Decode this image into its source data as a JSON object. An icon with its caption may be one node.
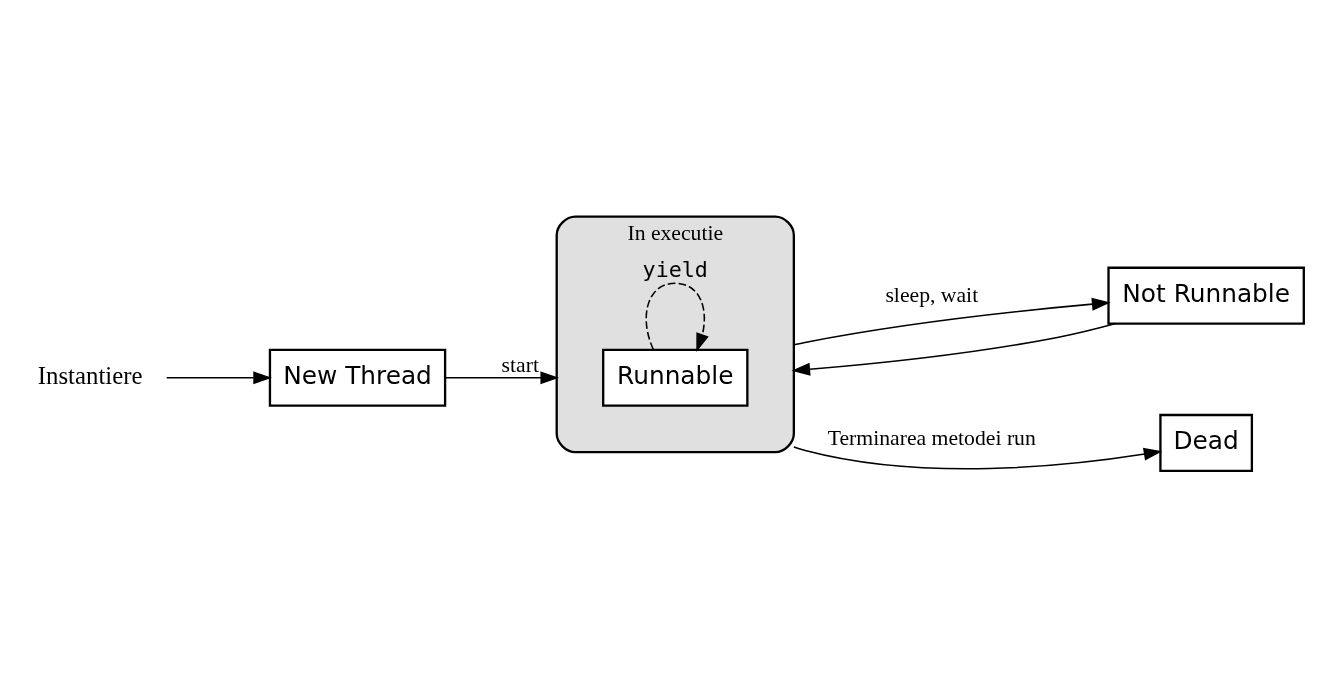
{
  "diagram": {
    "nodes": [
      {
        "text": [
          "Instantiere"
        ]
      },
      {
        "text": [
          "New Thread"
        ]
      },
      {
        "text": [
          "In executie"
        ]
      },
      {
        "text": [
          "Runnable"
        ],
        "in": 2
      },
      {
        "text": [
          "Not Runnable"
        ]
      },
      {
        "text": [
          "Dead"
        ]
      }
    ],
    "edges": [
      {
        "from": 0,
        "to": 1,
        "arrow": "to"
      },
      {
        "from": 1,
        "to": 2,
        "arrow": "to",
        "label": "start"
      },
      {
        "from": 3,
        "to": 3,
        "arrow": "to",
        "label": "yield",
        "style": "dashed"
      },
      {
        "from": 2,
        "to": 4,
        "arrow": "to",
        "label": "sleep, wait"
      },
      {
        "from": 4,
        "to": 2,
        "arrow": "to"
      },
      {
        "from": 2,
        "to": 5,
        "arrow": "to",
        "label": "Terminarea metodei run"
      }
    ]
  }
}
